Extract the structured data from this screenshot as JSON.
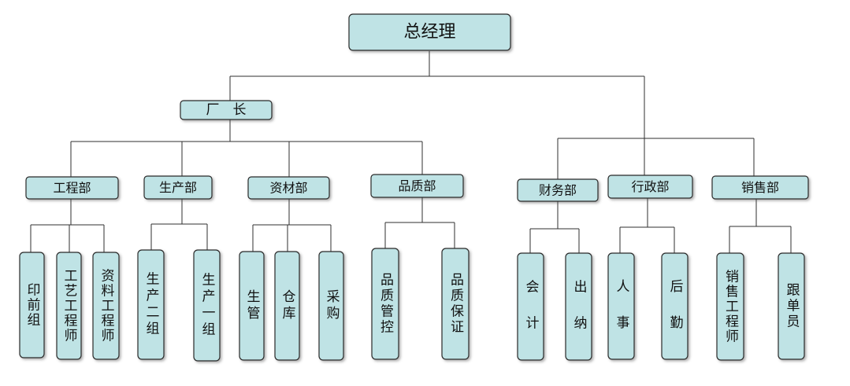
{
  "org_chart": {
    "root": {
      "label": "总经理",
      "children": [
        {
          "label": "厂　长",
          "children": [
            {
              "label": "工程部",
              "children": [
                "印前组",
                "工艺工程师",
                "资料工程师"
              ]
            },
            {
              "label": "生产部",
              "children": [
                "生产二组",
                "生产一组"
              ]
            },
            {
              "label": "资材部",
              "children": [
                "生管",
                "仓库",
                "采购"
              ]
            },
            {
              "label": "品质部",
              "children": [
                "品质管控",
                "品质保证"
              ]
            }
          ]
        },
        {
          "label": "财务部",
          "children": [
            "会　计",
            "出　纳"
          ]
        },
        {
          "label": "行政部",
          "children": [
            "人　事",
            "后　勤"
          ]
        },
        {
          "label": "销售部",
          "children": [
            "销售工程师",
            "跟单员"
          ]
        }
      ]
    }
  }
}
